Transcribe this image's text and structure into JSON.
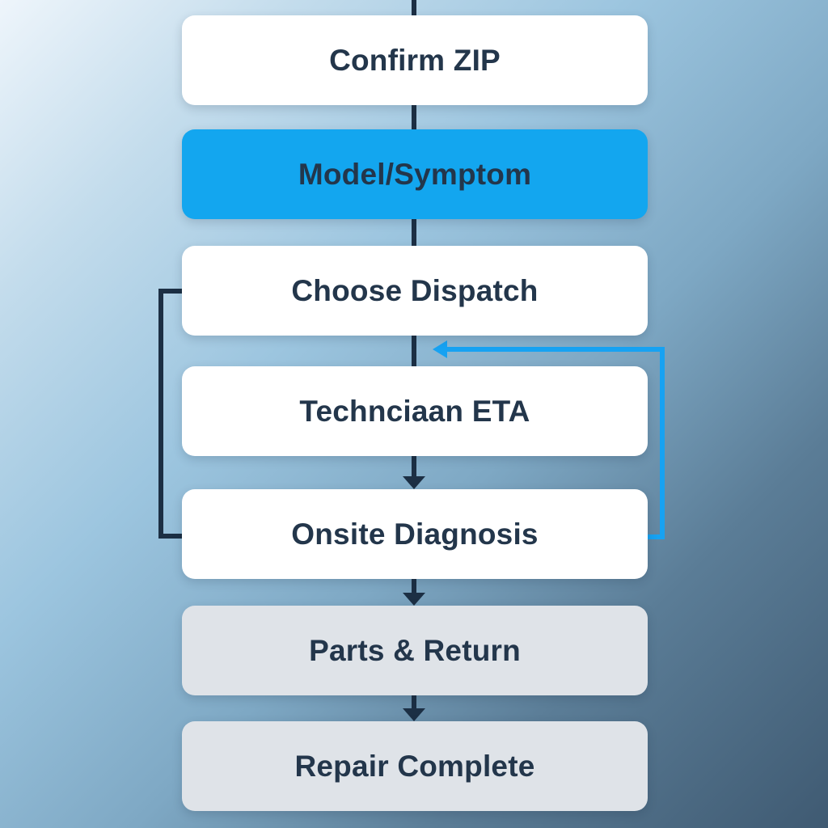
{
  "flow": {
    "steps": [
      {
        "label": "Confirm ZIP",
        "state": "done"
      },
      {
        "label": "Model/Symptom",
        "state": "active"
      },
      {
        "label": "Choose Dispatch",
        "state": "done"
      },
      {
        "label": "Techncіaan ETA",
        "state": "done"
      },
      {
        "label": "Onsite Diagnosis",
        "state": "done"
      },
      {
        "label": "Parts & Return",
        "state": "pending"
      },
      {
        "label": "Repair Complete",
        "state": "pending"
      }
    ],
    "loops": [
      {
        "from": "Onsite Diagnosis",
        "to": "Choose Dispatch",
        "color": "#1c2f44"
      },
      {
        "from": "Onsite Diagnosis",
        "to": "Techncіaan ETA",
        "color": "#17a2f2"
      }
    ]
  },
  "colors": {
    "connector": "#1c2f44",
    "accent": "#13a6ef",
    "loop_accent": "#17a2f2",
    "card_done": "#ffffff",
    "card_pending": "#dfe3e8",
    "text": "#23364b"
  }
}
